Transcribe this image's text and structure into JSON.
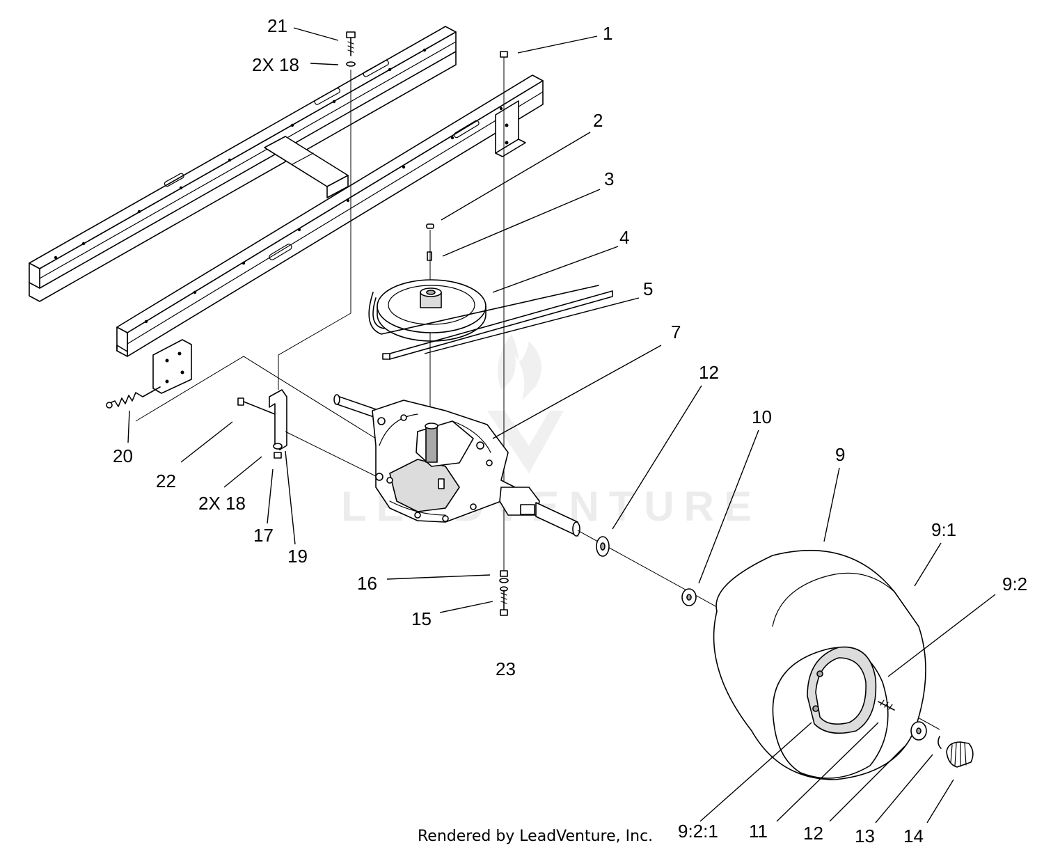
{
  "watermark": {
    "text": "LEADVENTURE"
  },
  "footer": {
    "credit": "Rendered by LeadVenture, Inc."
  },
  "callouts": {
    "c1": "1",
    "c2": "2",
    "c3": "3",
    "c4": "4",
    "c5": "5",
    "c7": "7",
    "c9": "9",
    "c9_1": "9:1",
    "c9_2": "9:2",
    "c9_2_1": "9:2:1",
    "c10": "10",
    "c11": "11",
    "c12a": "12",
    "c12b": "12",
    "c13": "13",
    "c14": "14",
    "c15": "15",
    "c16": "16",
    "c17": "17",
    "c19": "19",
    "c20": "20",
    "c21": "21",
    "c22": "22",
    "c23": "23",
    "c2x18a": "2X 18",
    "c2x18b": "2X 18"
  }
}
